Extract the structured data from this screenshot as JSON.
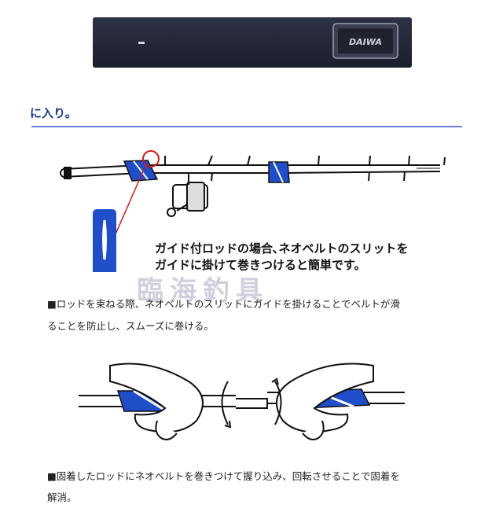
{
  "product": {
    "brand_logo_text": "DAIWA"
  },
  "header": {
    "fragment": "に入り。"
  },
  "illustration_rod": {
    "caption_line1": "ガイド付ロッドの場合､ネオベルトのスリットを",
    "caption_line2": "ガイドに掛けて巻きつけると簡単です。"
  },
  "watermark": {
    "text": "臨海釣具"
  },
  "note_1": {
    "line1": "■ロッドを束ねる際、ネオベルトのスリットにガイドを掛けることでベルトが滑",
    "line2": "ることを防止し、スムーズに巻ける。"
  },
  "note_2": {
    "line1": "■固着したロッドにネオベルトを巻きつけて握り込み、回転させることで固着を",
    "line2": "解消。"
  },
  "colors": {
    "belt": "#262a3a",
    "accent_blue": "#1f4ec8",
    "rule": "#6a7bd0",
    "guide_circle": "#d01818"
  }
}
